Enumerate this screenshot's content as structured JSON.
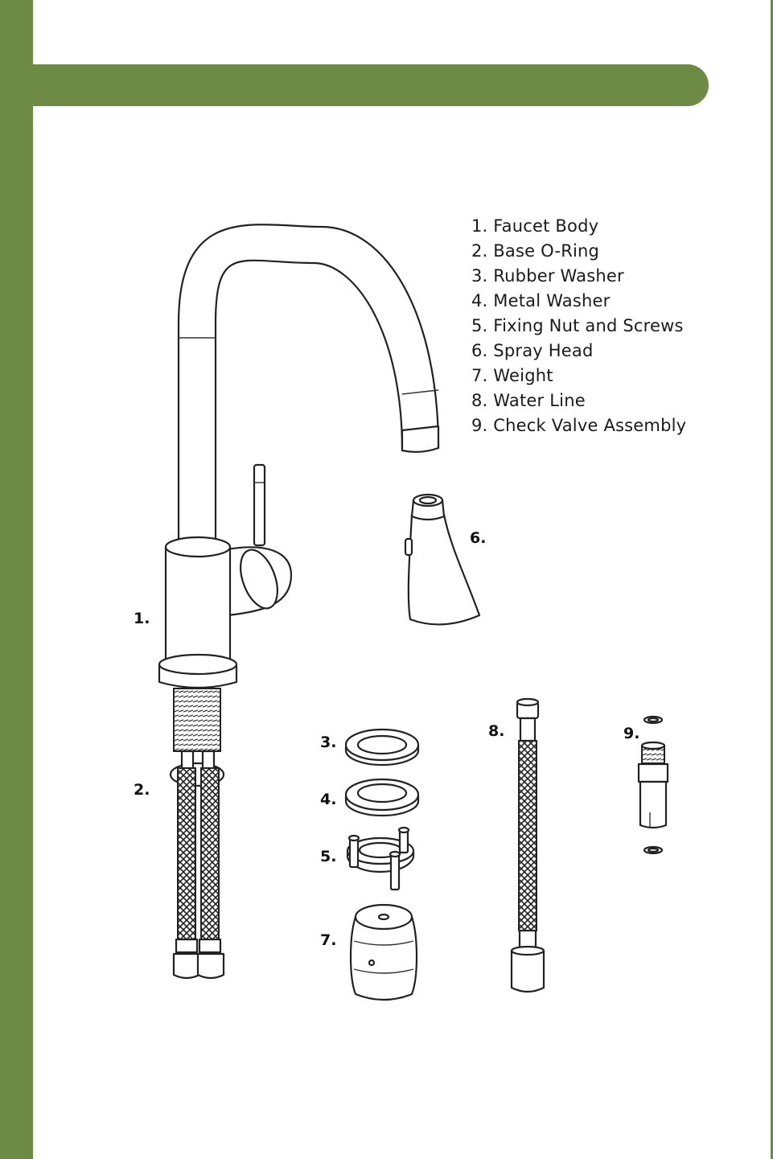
{
  "header": {
    "title": ""
  },
  "parts_list": [
    "1. Faucet Body",
    "2. Base O-Ring",
    "3. Rubber Washer",
    "4. Metal Washer",
    "5. Fixing Nut and Screws",
    "6. Spray Head",
    "7. Weight",
    "8. Water Line",
    "9. Check Valve Assembly"
  ],
  "callouts": {
    "c1": "1.",
    "c2": "2.",
    "c3": "3.",
    "c4": "4.",
    "c5": "5.",
    "c6": "6.",
    "c7": "7.",
    "c8": "8.",
    "c9": "9."
  },
  "colors": {
    "accent": "#6e8b45",
    "line": "#222222",
    "background": "#ffffff"
  }
}
